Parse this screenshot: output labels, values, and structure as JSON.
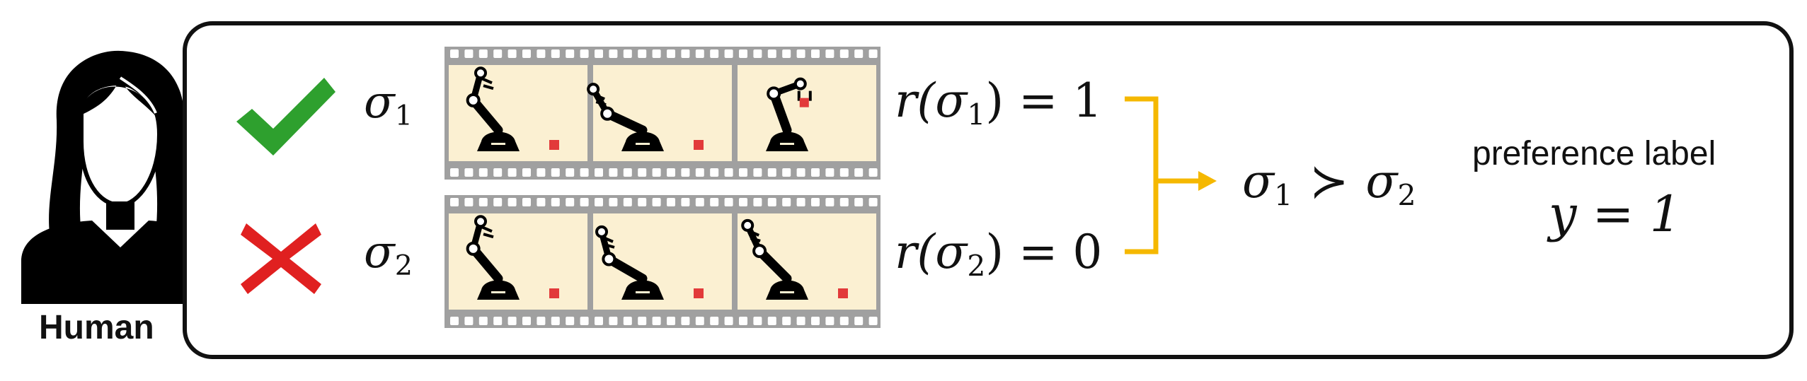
{
  "human": {
    "label": "Human",
    "icon": "person-silhouette-icon"
  },
  "trajectories": [
    {
      "sigma": "σ",
      "index": "1",
      "verdict_icon": "checkmark-icon",
      "verdict_color": "#2ea02e",
      "reward_prefix": "r(σ",
      "reward_index": "1",
      "reward_suffix": ") = 1",
      "frames": 3
    },
    {
      "sigma": "σ",
      "index": "2",
      "verdict_icon": "cross-icon",
      "verdict_color": "#e02020",
      "reward_prefix": "r(σ",
      "reward_index": "2",
      "reward_suffix": ") = 0",
      "frames": 3
    }
  ],
  "preference": {
    "relation_left": "σ",
    "relation_left_index": "1",
    "relation_symbol": "≻",
    "relation_right": "σ",
    "relation_right_index": "2",
    "title": "preference label",
    "value": "y = 1"
  },
  "colors": {
    "bracket": "#f5b800",
    "film": "#a0a0a0",
    "frame_bg": "#fbf0d2",
    "block": "#e23a3a"
  }
}
